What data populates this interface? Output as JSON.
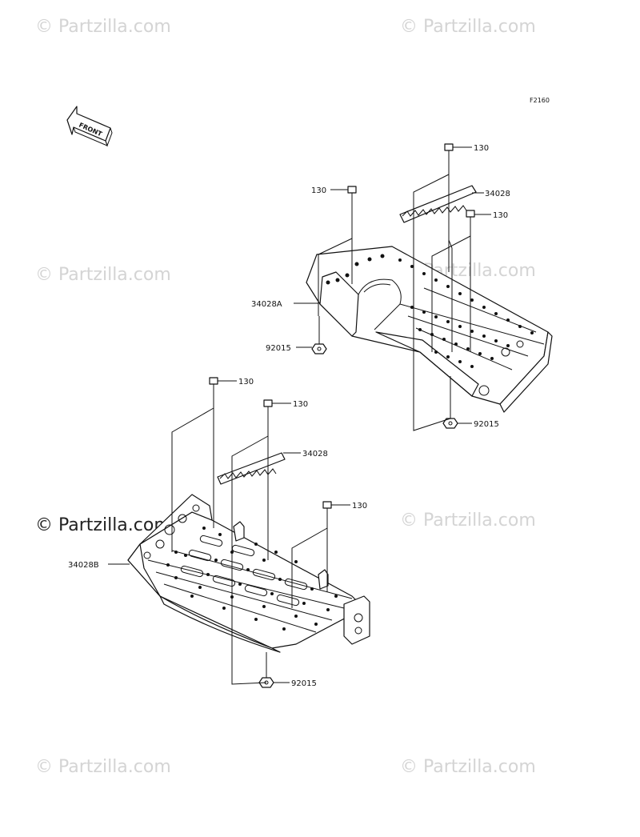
{
  "diagram_ref": "F2160",
  "front_label": "FRONT",
  "watermarks": [
    "© Partzilla.com",
    "© Partzilla.com",
    "© Partzilla.com",
    "© Partzilla.com",
    "© Partzilla.com",
    "© Partzilla.com",
    "© Partzilla.com",
    "© Partzilla.com"
  ],
  "callouts": {
    "right_bolt_top": "130",
    "right_bolt_left": "130",
    "right_bolt_mid": "130",
    "right_step_pad": "34028",
    "right_footboard": "34028A",
    "right_nut_left": "92015",
    "right_nut_bottom": "92015",
    "left_bolt_top": "130",
    "left_bolt_second": "130",
    "left_bolt_right": "130",
    "left_step_pad": "34028",
    "left_footboard": "34028B",
    "left_nut": "92015"
  }
}
